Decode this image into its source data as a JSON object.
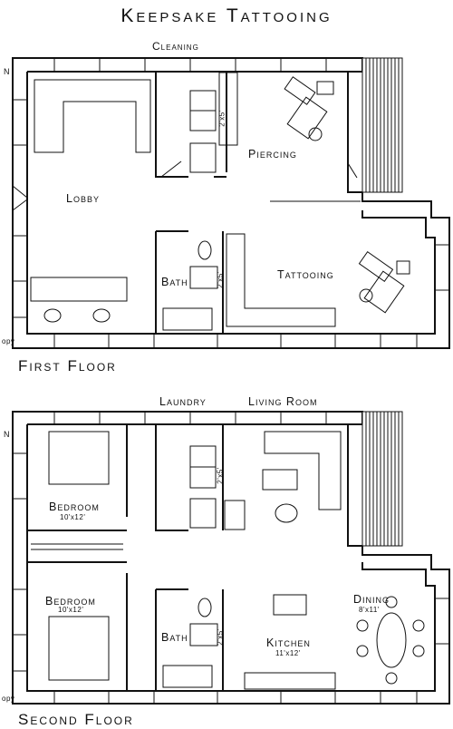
{
  "title": "Keepsake Tattooing",
  "north_label": "N",
  "first_floor": {
    "label": "First Floor",
    "rooms": {
      "cleaning": "Cleaning",
      "lobby": "Lobby",
      "piercing": "Piercing",
      "bath": "Bath",
      "tattooing": "Tattooing"
    }
  },
  "second_floor": {
    "label": "Second Floor",
    "rooms": {
      "laundry": "Laundry",
      "living_room": "Living Room",
      "bedroom_1": "Bedroom",
      "bedroom_1_size": "10'x12'",
      "bedroom_2": "Bedroom",
      "bedroom_2_size": "10'x12'",
      "bath": "Bath",
      "kitchen": "Kitchen",
      "kitchen_size": "11'x12'",
      "dining": "Dining",
      "dining_size": "8'x11'"
    }
  },
  "annotations": {
    "dim_1": "2'x5'",
    "dim_2": "2'x5'",
    "dim_3": "2'x5'",
    "dim_4": "2'x5'",
    "signature": "opy"
  }
}
